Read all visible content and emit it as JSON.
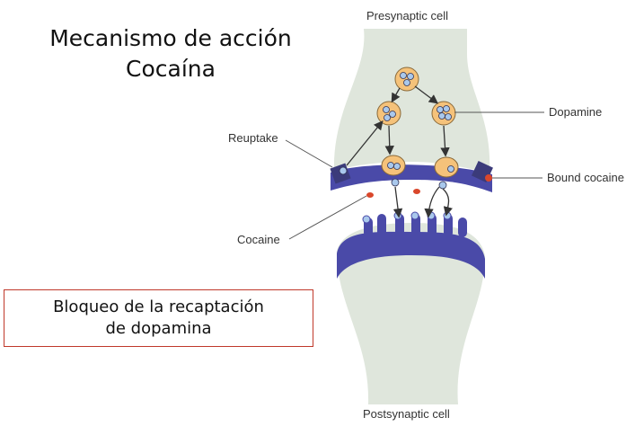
{
  "heading": {
    "line1": "Mecanismo de acción",
    "line2": "Cocaína"
  },
  "note": {
    "line1": "Bloqueo de la recaptación",
    "line2": "de dopamina"
  },
  "labels": {
    "presynaptic": "Presynaptic cell",
    "postsynaptic": "Postsynaptic cell",
    "reuptake": "Reuptake",
    "dopamine": "Dopamine",
    "bound_cocaine": "Bound cocaine",
    "cocaine": "Cocaine"
  },
  "colors": {
    "cell_fill": "#dfe6dc",
    "membrane": "#4a4aa8",
    "vesicle": "#f5c27a",
    "dopamine": "#a9c8ec",
    "cocaine": "#d9472b",
    "note_border": "#c0392b"
  }
}
